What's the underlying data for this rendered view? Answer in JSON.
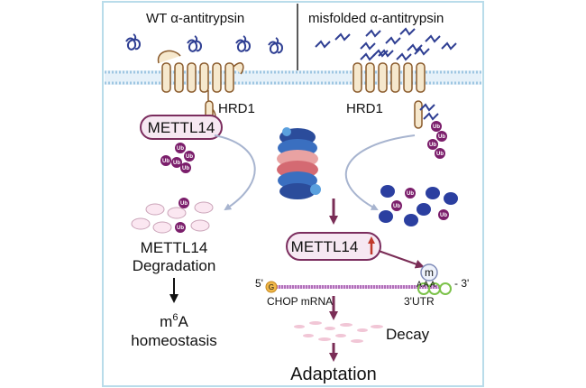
{
  "panel_left_title": "WT α-antitrypsin",
  "panel_right_title": "misfolded α-antitrypsin",
  "hrd1_left": "HRD1",
  "hrd1_right": "HRD1",
  "mettl14_left": "METTL14",
  "mettl14_center": "METTL14",
  "ub_label": "Ub",
  "degradation_line1": "METTL14",
  "degradation_line2": "Degradation",
  "m6a_m": "m",
  "m6a_sup": "6",
  "m6a_a": "A",
  "homeostasis": "homeostasis",
  "five_prime": "5'",
  "g_cap": "G",
  "chop_mrna": "CHOP mRNA",
  "m_mark": "m",
  "polyA": "A A A",
  "three_prime": "- 3'",
  "utr": "3'UTR",
  "decay": "Decay",
  "adaptation": "Adaptation",
  "colors": {
    "frame": "#b9dcea",
    "membrane": "#9fc6e2",
    "receptor_outline": "#8a5a2b",
    "receptor_fill": "#f6e8cd",
    "mettl14_fill": "#f6e8f2",
    "mettl14_stroke": "#7b2d5e",
    "ub": "#7b1e6b",
    "misfolded": "#2f3f93",
    "arrow_dark": "#7a2d56",
    "arrow_light": "#a7b4cf",
    "up_arrow": "#c0392b"
  }
}
